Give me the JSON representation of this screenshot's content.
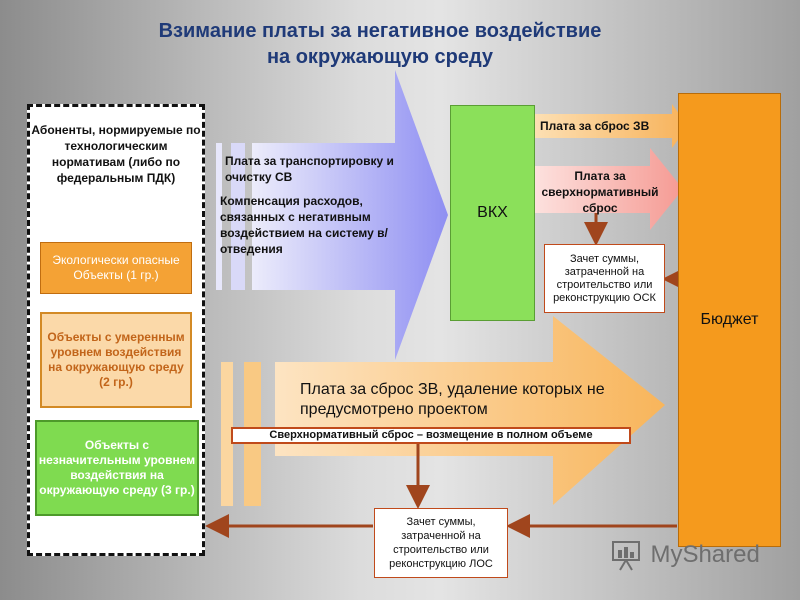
{
  "title": {
    "line1": "Взимание платы за негативное воздействие",
    "line2": "на окружающую среду"
  },
  "left_panel": {
    "subscribers": "Абоненты, нормируемые по технологическим нормативам (либо по федеральным ПДК)",
    "group1": "Экологически опасные Объекты (1 гр.)",
    "group2": "Объекты с умеренным уровнем воздействия на окружающую среду (2 гр.)",
    "group3": "Объекты с незначительным уровнем воздействия на окружающую среду (3 гр.)"
  },
  "upper_arrow": {
    "text1": "Плата за транспортировку и очистку СВ",
    "text2": "Компенсация расходов, связанных с негативным воздействием на систему в/отведения"
  },
  "vkh": "ВКХ",
  "budget": "Бюджет",
  "right_arrows": {
    "fee_discharge": "Плата за сброс ЗВ",
    "fee_excess": "Плата за сверхнормативный сброс"
  },
  "offset_osk": "Зачет суммы, затраченной на строительство или реконструкцию ОСК",
  "lower_arrow": {
    "text": "Плата за сброс ЗВ, удаление которых не предусмотрено проектом",
    "excess": "Сверхнормативный сброс – возмещение в полном объеме"
  },
  "offset_los": "Зачет суммы, затраченной на строительство или реконструкцию ЛОС",
  "watermark": "MyShared",
  "colors": {
    "title": "#1f3a78",
    "upper_arrow": "#9b9bf5",
    "vkh": "#8be05a",
    "budget": "#f59a1d",
    "lower_arrow": "#f9b860",
    "pink_arrow": "#f9b3ad",
    "connector": "#a0451d"
  }
}
